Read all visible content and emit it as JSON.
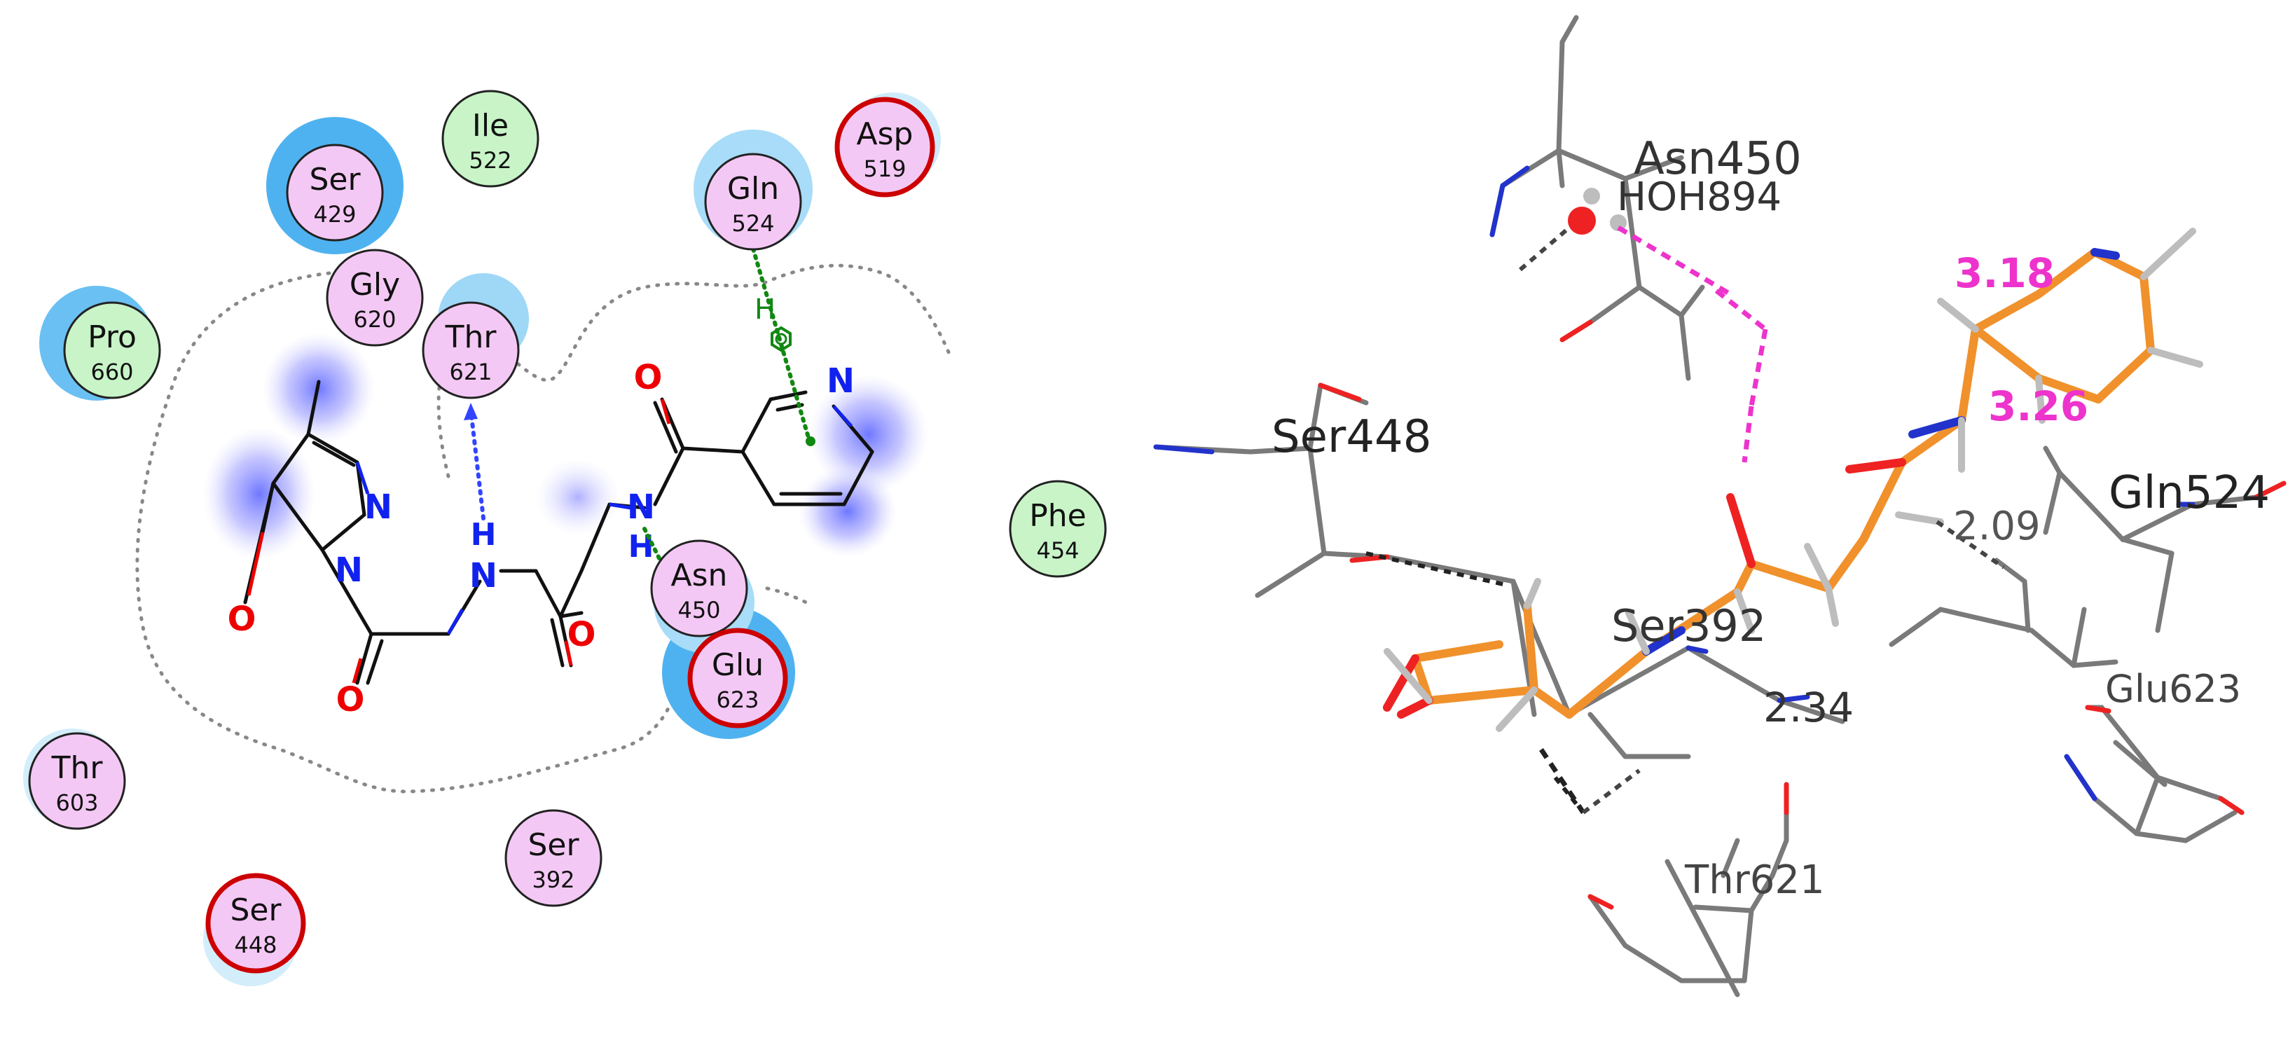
{
  "left_diagram": {
    "residues": [
      {
        "id": "ser429",
        "name": "Ser",
        "num": "429",
        "cls": "polar"
      },
      {
        "id": "ile522",
        "name": "Ile",
        "num": "522",
        "cls": "hydrophobic"
      },
      {
        "id": "asp519",
        "name": "Asp",
        "num": "519",
        "cls": "acidic"
      },
      {
        "id": "gly620",
        "name": "Gly",
        "num": "620",
        "cls": "polar"
      },
      {
        "id": "thr621",
        "name": "Thr",
        "num": "621",
        "cls": "polar"
      },
      {
        "id": "gln524",
        "name": "Gln",
        "num": "524",
        "cls": "polar"
      },
      {
        "id": "pro660",
        "name": "Pro",
        "num": "660",
        "cls": "hydrophobic"
      },
      {
        "id": "phe454",
        "name": "Phe",
        "num": "454",
        "cls": "hydrophobic"
      },
      {
        "id": "asn450",
        "name": "Asn",
        "num": "450",
        "cls": "polar"
      },
      {
        "id": "glu623",
        "name": "Glu",
        "num": "623",
        "cls": "acidic"
      },
      {
        "id": "thr603",
        "name": "Thr",
        "num": "603",
        "cls": "polar"
      },
      {
        "id": "ser392",
        "name": "Ser",
        "num": "392",
        "cls": "polar"
      },
      {
        "id": "ser448",
        "name": "Ser",
        "num": "448",
        "cls": "acidic"
      }
    ],
    "atom_labels": {
      "n_ring1": "N",
      "n_ring2": "N",
      "o_ring": "O",
      "o_carbonyl1": "O",
      "n_amide1": "N",
      "h_amide1": "H",
      "o_carbonyl2": "O",
      "n_amide2": "N",
      "h_amide2": "H",
      "o_carbonyl3": "O",
      "n_pyridine": "N",
      "h_pi": "H"
    },
    "colors": {
      "polar": "#f4c8f4",
      "hydrophobic": "#c8f4c8",
      "acidic_border": "#cc0000",
      "exposure": "#60b8f0",
      "hbond_backbone": "#3344ff",
      "pi_interaction": "#118811",
      "oxygen": "#ee0000",
      "nitrogen": "#1122ee"
    }
  },
  "right_3d": {
    "labels": {
      "asn450": "Asn450",
      "hoh894": "HOH894",
      "ser448": "Ser448",
      "gln524": "Gln524",
      "ser392": "Ser392",
      "glu623": "Glu623",
      "thr621": "Thr621"
    },
    "distances": {
      "d1": "3.18",
      "d2": "3.26",
      "d3": "2.09",
      "d4": "2.34"
    },
    "colors": {
      "ligand": "#f0912c",
      "protein": "#7a7a7a",
      "hbond": "#444444",
      "water_contact": "#ee33cc"
    }
  }
}
